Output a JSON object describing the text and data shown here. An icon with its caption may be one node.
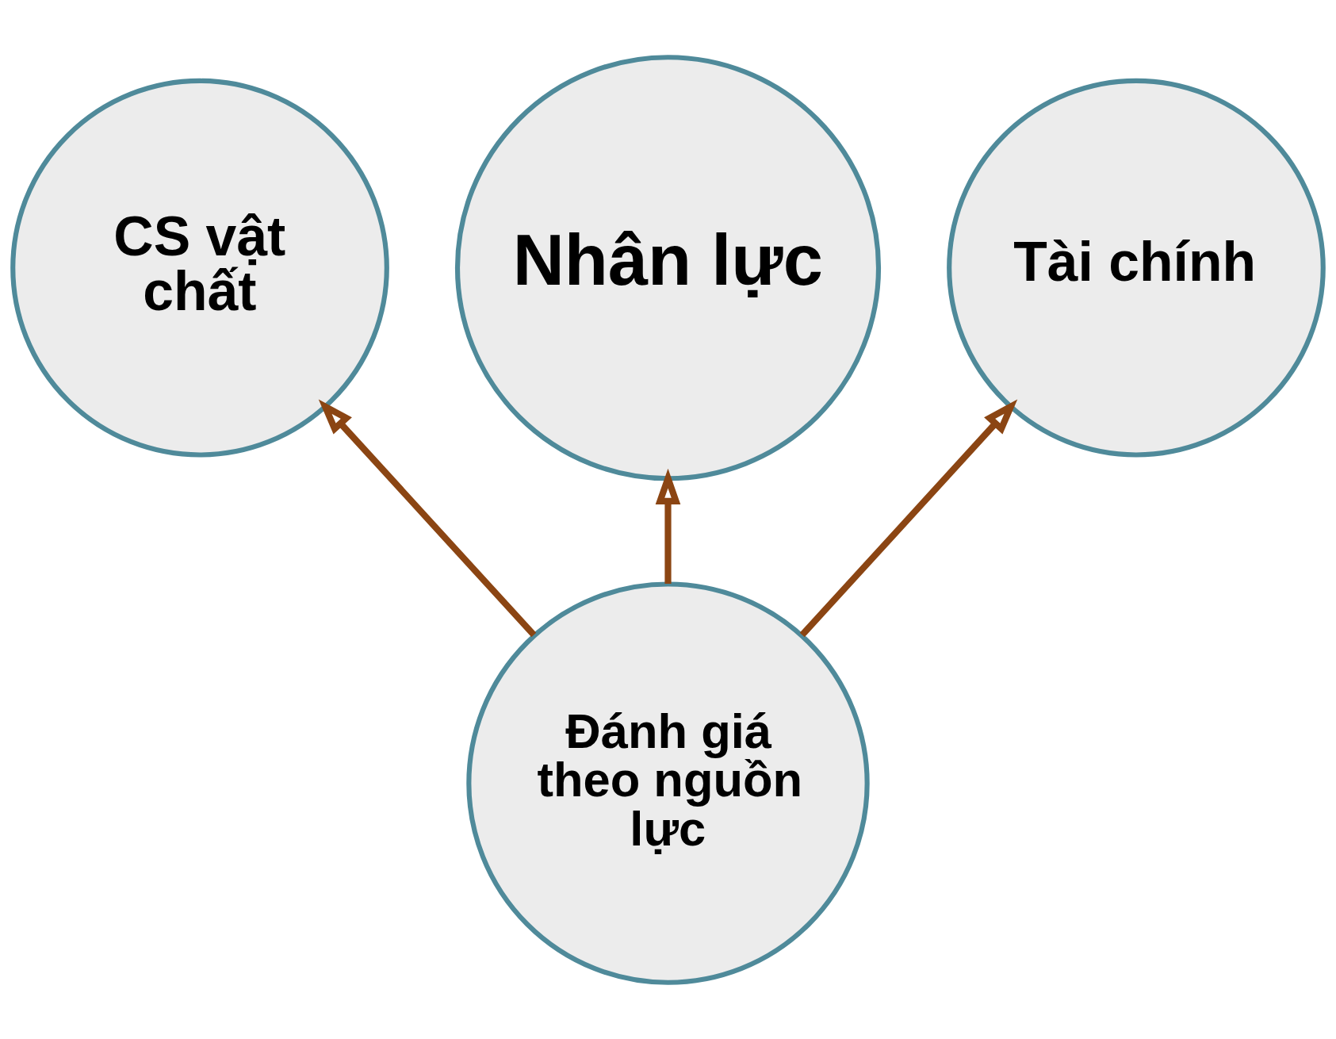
{
  "diagram": {
    "nodes": [
      {
        "text": [
          "Nhân lực"
        ]
      },
      {
        "text": [
          "CS vật chất"
        ]
      },
      {
        "text": [
          "Tài chính"
        ]
      },
      {
        "text": [
          "Đánh giá theo nguồn lực"
        ]
      }
    ],
    "edges": [
      {
        "from": 3,
        "to": 0,
        "arrow": "to"
      },
      {
        "from": 3,
        "to": 1,
        "arrow": "to"
      },
      {
        "from": 3,
        "to": 2,
        "arrow": "to"
      }
    ]
  }
}
